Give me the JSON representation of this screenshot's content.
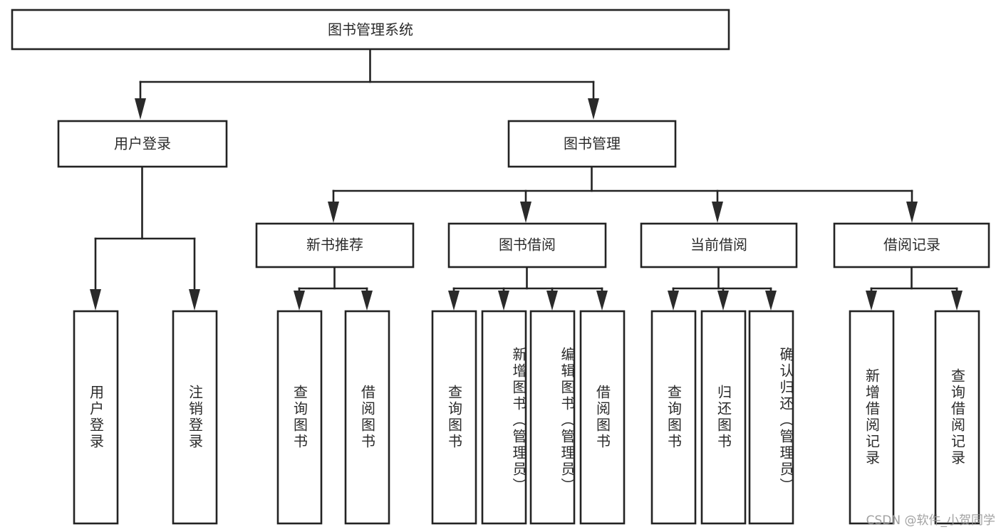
{
  "diagram": {
    "title": "图书管理系统",
    "type": "tree-hierarchy",
    "root": {
      "id": "root",
      "label": "图书管理系统",
      "orientation": "horizontal"
    },
    "level2": [
      {
        "id": "user-login",
        "label": "用户登录",
        "orientation": "horizontal"
      },
      {
        "id": "book-manage",
        "label": "图书管理",
        "orientation": "horizontal"
      }
    ],
    "level3": [
      {
        "id": "new-book-recommend",
        "label": "新书推荐",
        "orientation": "horizontal",
        "parent": "book-manage"
      },
      {
        "id": "book-borrow",
        "label": "图书借阅",
        "orientation": "horizontal",
        "parent": "book-manage"
      },
      {
        "id": "current-borrow",
        "label": "当前借阅",
        "orientation": "horizontal",
        "parent": "book-manage"
      },
      {
        "id": "borrow-record",
        "label": "借阅记录",
        "orientation": "horizontal",
        "parent": "book-manage"
      }
    ],
    "leaves": [
      {
        "id": "leaf-user-login",
        "label": "用户登录",
        "orientation": "vertical",
        "parent": "user-login"
      },
      {
        "id": "leaf-user-logout",
        "label": "注销登录",
        "orientation": "vertical",
        "parent": "user-login"
      },
      {
        "id": "leaf-query-book-1",
        "label": "查询图书",
        "orientation": "vertical",
        "parent": "new-book-recommend"
      },
      {
        "id": "leaf-borrow-book-1",
        "label": "借阅图书",
        "orientation": "vertical",
        "parent": "new-book-recommend"
      },
      {
        "id": "leaf-query-book-2",
        "label": "查询图书",
        "orientation": "vertical",
        "parent": "book-borrow"
      },
      {
        "id": "leaf-add-book",
        "label": "新增图书（管理员）",
        "orientation": "vertical",
        "parent": "book-borrow"
      },
      {
        "id": "leaf-edit-book",
        "label": "编辑图书（管理员）",
        "orientation": "vertical",
        "parent": "book-borrow"
      },
      {
        "id": "leaf-borrow-book-2",
        "label": "借阅图书",
        "orientation": "vertical",
        "parent": "book-borrow"
      },
      {
        "id": "leaf-query-book-3",
        "label": "查询图书",
        "orientation": "vertical",
        "parent": "current-borrow"
      },
      {
        "id": "leaf-return-book",
        "label": "归还图书",
        "orientation": "vertical",
        "parent": "current-borrow"
      },
      {
        "id": "leaf-confirm-return",
        "label": "确认归还（管理员）",
        "orientation": "vertical",
        "parent": "current-borrow"
      },
      {
        "id": "leaf-add-record",
        "label": "新增借阅记录",
        "orientation": "vertical",
        "parent": "borrow-record"
      },
      {
        "id": "leaf-query-record",
        "label": "查询借阅记录",
        "orientation": "vertical",
        "parent": "borrow-record"
      }
    ]
  },
  "watermark": {
    "text": "CSDN @软件_小贺同学"
  },
  "colors": {
    "stroke": "#232323",
    "text": "#2b2b2b",
    "background": "#ffffff",
    "watermark": "#9a9a9a"
  }
}
